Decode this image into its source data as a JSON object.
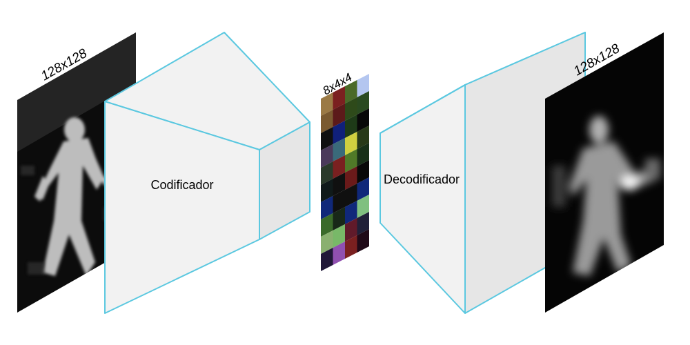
{
  "input_image": {
    "label": "128x128"
  },
  "encoder": {
    "label": "Codificador"
  },
  "latent": {
    "label": "8x4x4",
    "grid": [
      [
        "#9b7a45",
        "#7b2020",
        "#4a6a28",
        "#b4c6f0"
      ],
      [
        "#7a5a30",
        "#5c1a1a",
        "#2e4a1a",
        "#2a4a20"
      ],
      [
        "#101010",
        "#10207a",
        "#1e3a18",
        "#080808"
      ],
      [
        "#4a3a5a",
        "#3a6a7a",
        "#d0d040",
        "#283a18"
      ],
      [
        "#2a3a2a",
        "#7a2020",
        "#507a28",
        "#183018"
      ],
      [
        "#101a1a",
        "#101010",
        "#6a1a1a",
        "#080808"
      ],
      [
        "#10287a",
        "#101010",
        "#101010",
        "#10287a"
      ],
      [
        "#3a6a2a",
        "#182818",
        "#10287a",
        "#80c080"
      ],
      [
        "#8ab070",
        "#78b868",
        "#601a2a",
        "#202038"
      ],
      [
        "#201838",
        "#9050b0",
        "#7a2020",
        "#200a18"
      ]
    ]
  },
  "decoder": {
    "label": "Decodificador"
  },
  "output_image": {
    "label": "128x128"
  },
  "colors": {
    "block_edge": "#5bc8e0",
    "block_face": "#f2f2f2",
    "block_side": "#e6e6e6"
  }
}
